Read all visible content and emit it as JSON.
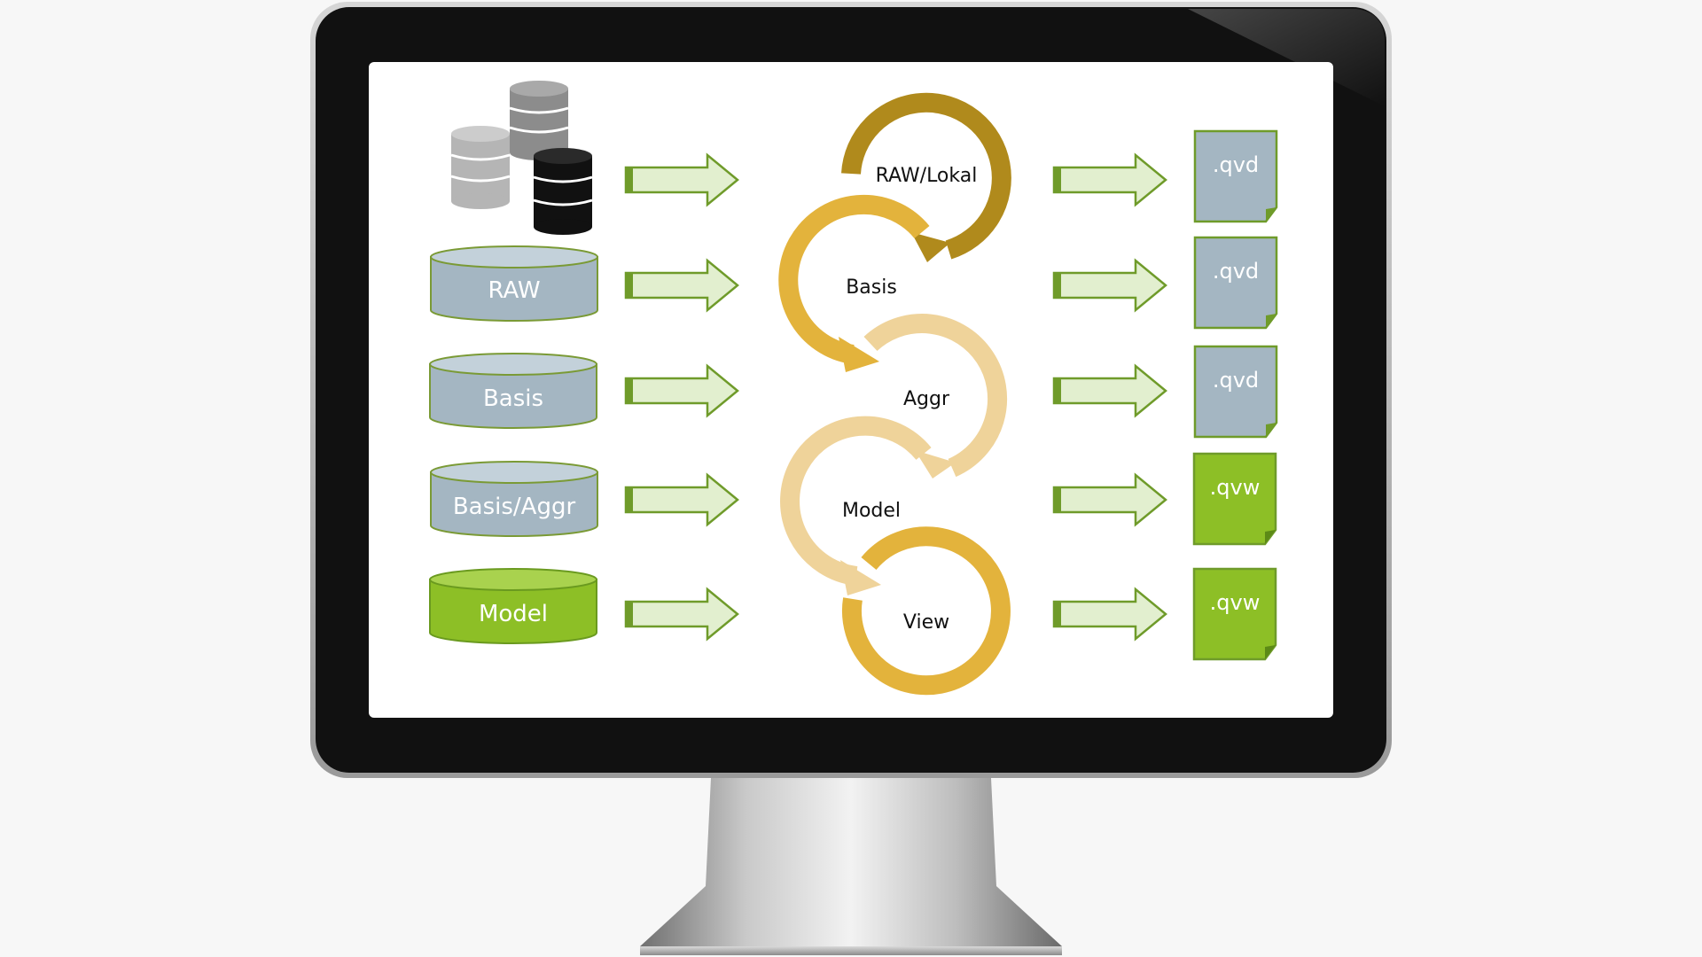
{
  "colors": {
    "background": "#f7f7f7",
    "bezel": "#111111",
    "screen": "#ffffff",
    "cylinder_gray": "#a4b6c2",
    "cylinder_green": "#8dbf26",
    "arrow_fill": "#e2efcf",
    "arrow_stroke": "#6f9b2a",
    "file_gray": "#a4b6c2",
    "file_green": "#8dbf26",
    "arc_dark": "#b08a1c",
    "arc_mid": "#e3b33c",
    "arc_light": "#efd39a"
  },
  "source_icon": "database-stack-icon",
  "layers": [
    "RAW",
    "Basis",
    "Basis/Aggr",
    "Model"
  ],
  "cycle": [
    "RAW/Lokal",
    "Basis",
    "Aggr",
    "Model",
    "View"
  ],
  "outputs": [
    ".qvd",
    ".qvd",
    ".qvd",
    ".qvw",
    ".qvw"
  ]
}
